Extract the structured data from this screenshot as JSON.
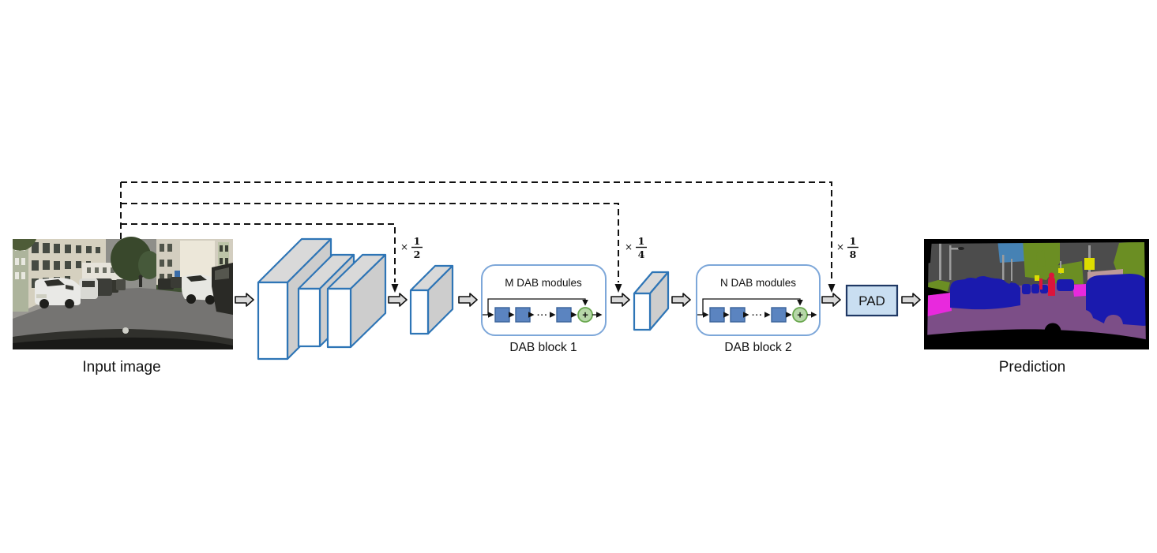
{
  "figure": {
    "input": {
      "label": "Input image"
    },
    "prediction": {
      "label": "Prediction"
    },
    "dab_block_1": {
      "title": "M DAB modules",
      "caption": "DAB block 1"
    },
    "dab_block_2": {
      "title": "N DAB modules",
      "caption": "DAB block 2"
    },
    "pad": {
      "label": "PAD"
    },
    "dots": "···",
    "plus": "+",
    "scales": [
      {
        "op": "×",
        "num": "1",
        "den": "2"
      },
      {
        "op": "×",
        "num": "1",
        "den": "4"
      },
      {
        "op": "×",
        "num": "1",
        "den": "8"
      }
    ],
    "colors": {
      "accent-blue": "#2e75b6",
      "box-blue": "#7da7d9",
      "module-blue": "#5b84c0",
      "module-blue-border": "#3c649b",
      "sum-green": "#b6d7a8",
      "sum-green-border": "#6aa84f",
      "pad-fill": "#c9def1",
      "pad-border": "#1f3864",
      "face-gray": "#d9d9d9",
      "face-side": "#cdcdcd",
      "seg-road": "#7c4e87",
      "seg-sidewalk": "#e829dd",
      "seg-building": "#4c4c4c",
      "seg-vegetation": "#6b8e23",
      "seg-sky": "#4682b4",
      "seg-car": "#1a1aae",
      "seg-person": "#dc143c",
      "seg-sign": "#dcdc00",
      "seg-fence": "#be9999",
      "seg-pole": "#9c9c9c"
    }
  }
}
